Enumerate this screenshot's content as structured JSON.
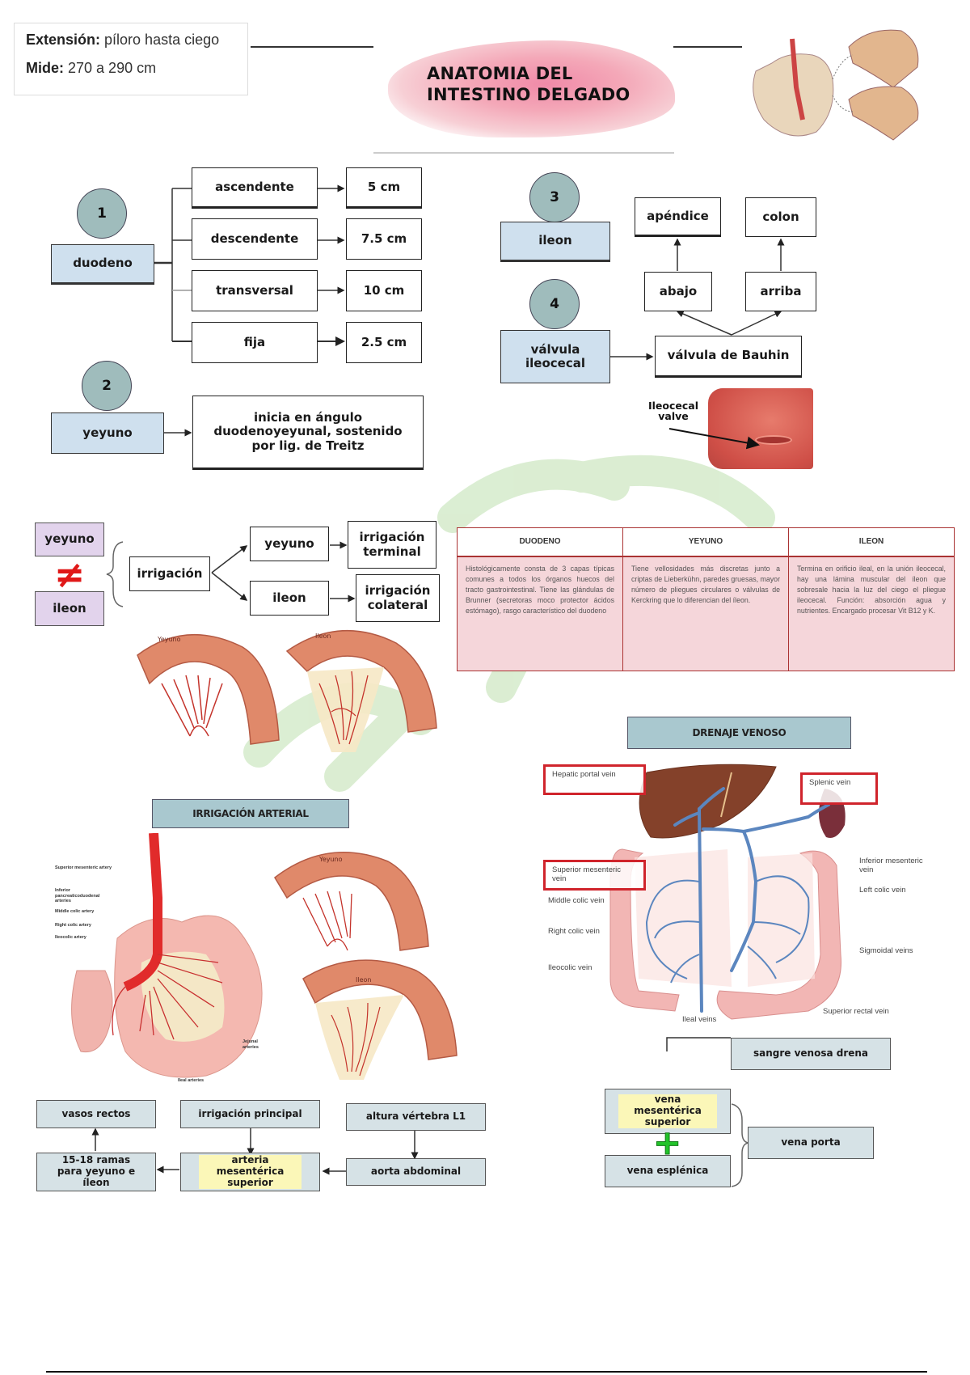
{
  "intro": {
    "extension_label": "Extensión:",
    "extension_value": "píloro hasta ciego",
    "length_label": "Mide:",
    "length_value": "270 a 290 cm"
  },
  "title": {
    "line1": "ANATOMIA DEL",
    "line2": "INTESTINO DELGADO"
  },
  "duodeno_section": {
    "number": "1",
    "label": "duodeno",
    "parts": [
      {
        "name": "ascendente",
        "length": "5 cm"
      },
      {
        "name": "descendente",
        "length": "7.5 cm"
      },
      {
        "name": "transversal",
        "length": "10 cm"
      },
      {
        "name": "fija",
        "length": "2.5 cm"
      }
    ]
  },
  "yeyuno_section": {
    "number": "2",
    "label": "yeyuno",
    "description": "inicia en ángulo duodenoyeyunal, sostenido por lig. de Treitz"
  },
  "ileon_section": {
    "number": "3",
    "label": "ileon"
  },
  "valvula_section": {
    "number": "4",
    "label": "válvula ileocecal",
    "name": "válvula de Bauhin",
    "positions": [
      {
        "position": "abajo",
        "target": "apéndice"
      },
      {
        "position": "arriba",
        "target": "colon"
      }
    ],
    "image_label": "Ileocecal valve"
  },
  "comparison": {
    "left_top": "yeyuno",
    "left_bottom": "ileon",
    "not_equal_symbol": "≠",
    "irrigation_label": "irrigación",
    "branches": [
      {
        "organ": "yeyuno",
        "type": "irrigación terminal"
      },
      {
        "organ": "ileon",
        "type": "irrigación colateral"
      }
    ],
    "illustration_labels": [
      "Yeyuno",
      "Ileon"
    ]
  },
  "histology_table": {
    "headers": [
      "DUODENO",
      "YEYUNO",
      "ILEON"
    ],
    "cells": [
      "Histológicamente consta de 3 capas típicas comunes a todos los órganos huecos del tracto gastrointestinal. Tiene las glándulas de Brunner (secretoras moco protector ácidos estómago), rasgo característico del duodeno",
      "Tiene vellosidades más discretas junto a criptas de Lieberkühn, paredes gruesas, mayor número de pliegues circulares o válvulas de Kerckring que lo diferencian del íleon.",
      "Termina en orificio ileal, en la unión ileocecal, hay una lámina muscular del íleon que sobresale hacia la luz del ciego el pliegue ileocecal. Función: absorción agua y nutrientes. Encargado procesar Vit B12 y K."
    ]
  },
  "arterial": {
    "heading": "IRRIGACIÓN ARTERIAL",
    "diagram_labels": [
      "Superior mesenteric artery",
      "Inferior pancreaticoduodenal arteries",
      "Middle colic artery",
      "Right colic artery",
      "Ileocolic artery",
      "Jejunal arteries",
      "Ileal arteries"
    ],
    "illustration_labels": [
      "Yeyuno",
      "Ileon"
    ],
    "flow": {
      "vasos_rectos": "vasos rectos",
      "irrigacion_principal": "irrigación principal",
      "altura": "altura vértebra L1",
      "ramas": "15-18 ramas para yeyuno e íleon",
      "arteria": "arteria mesentérica superior",
      "aorta": "aorta abdominal"
    }
  },
  "venous": {
    "heading": "DRENAJE VENOSO",
    "highlighted_labels": [
      "Hepatic portal vein",
      "Splenic vein",
      "Superior mesenteric vein"
    ],
    "labels": {
      "inferior_mesenteric": "Inferior mesenteric vein",
      "left_colic": "Left colic vein",
      "middle_colic": "Middle colic vein",
      "right_colic": "Right colic vein",
      "ileocolic": "Ileocolic vein",
      "sigmoidal": "Sigmoidal veins",
      "superior_rectal": "Superior rectal vein",
      "ileal": "Ileal veins"
    },
    "flow": {
      "drains": "sangre venosa drena",
      "vms": "vena mesentérica superior",
      "plus_symbol": "+",
      "ve": "vena esplénica",
      "portal": "vena porta"
    }
  }
}
